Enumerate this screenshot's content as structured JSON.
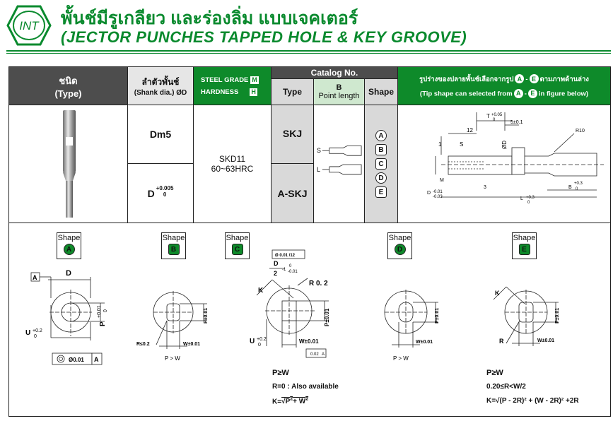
{
  "header": {
    "logo_text": "INT",
    "title_th": "พั้นช์มีรูเกลียว และร่องลิ่ม แบบเจคเตอร์",
    "title_en": "(JECTOR PUNCHES TAPPED HOLE & KEY GROOVE)"
  },
  "table": {
    "col_type_th": "ชนิด",
    "col_type_en": "(Type)",
    "col_shank_th": "ลำตัวพั้นช์",
    "col_shank_en": "(Shank dia.) ØD",
    "steel_grade": "STEEL GRADE",
    "steel_grade_box": "M",
    "hardness": "HARDNESS",
    "hardness_box": "H",
    "catalog_no": "Catalog No.",
    "sub_type": "Type",
    "sub_b": "B",
    "sub_point_length": "Point length",
    "sub_shape": "Shape",
    "tip_note_th": "รูปร่างของปลายพั้นช์เลือกจากรูป",
    "tip_note_th_tail": "ตามภาพด้านล่าง",
    "tip_note_en": "(Tip shape can selected from",
    "tip_note_en_tail": "in figure below)",
    "tip_a": "A",
    "tip_e": "E",
    "dm5": "Dm5",
    "d_tol": "D",
    "d_tol_upper": "+0.005",
    "d_tol_lower": "0",
    "material": "SKD11",
    "hrc": "60~63HRC",
    "type_skj": "SKJ",
    "type_askj": "A-SKJ",
    "len_s": "S",
    "len_l": "L",
    "shapes": [
      "A",
      "B",
      "C",
      "D",
      "E"
    ]
  },
  "main_drawing": {
    "t_label": "T",
    "t_tol": "+0.05",
    "t_tol2": "0",
    "five": "5±0.1",
    "twelve": "12",
    "r10": "R10",
    "one": "1",
    "s": "S",
    "od": "ØD",
    "m": "M",
    "d_label": "D",
    "d_tol1": "-0.01",
    "d_tol2": "-0.03",
    "three": "3",
    "l_label": "L",
    "l_tol1": "+0.3",
    "l_tol2": "0",
    "b_label": "B",
    "b_tol1": "+0.3",
    "b_tol2": "0"
  },
  "shapes_section": {
    "shape_word": "Shape",
    "a": {
      "letter": "A",
      "datum": "A",
      "d": "D",
      "p": "P",
      "p_tol1": "+0.01",
      "p_tol2": "0",
      "u": "U",
      "u_tol1": "+0.2",
      "u_tol2": "0",
      "conc": "Ø0.01",
      "conc_ref": "A"
    },
    "b": {
      "letter": "B",
      "p": "P±0.01",
      "r": "R≤0.2",
      "w": "W±0.01",
      "rel": "P > W"
    },
    "c": {
      "letter": "C",
      "tol_box": "Ø 0.01 /12",
      "d2": "D",
      "d2_den": "2",
      "d2_tol1": "0",
      "d2_tol_pre": "-1",
      "d2_tol2": "-0.01",
      "r0": "R 0. 2",
      "k": "K",
      "p": "P±0.01",
      "u": "U",
      "u_tol1": "+0.2",
      "u_tol2": "0",
      "w": "W±0.01",
      "box2": "0.02",
      "box2_ref": "A",
      "rel1": "P≥W",
      "rel2": "R=0 : Also available",
      "formula_k": "K=",
      "formula_body": "P",
      "formula_sup": "2",
      "formula_plus": "+ W",
      "formula_sup2": "2"
    },
    "d": {
      "letter": "D",
      "p": "P±0.01",
      "w": "W±0.01",
      "rel": "P > W"
    },
    "e": {
      "letter": "E",
      "k": "K",
      "r": "R",
      "p": "P±0.01",
      "w": "W±0.01",
      "rel1": "P≥W",
      "rel2": "0.20≤R<W/2",
      "formula": "K=√(P - 2R)² + (W - 2R)² +2R"
    }
  }
}
